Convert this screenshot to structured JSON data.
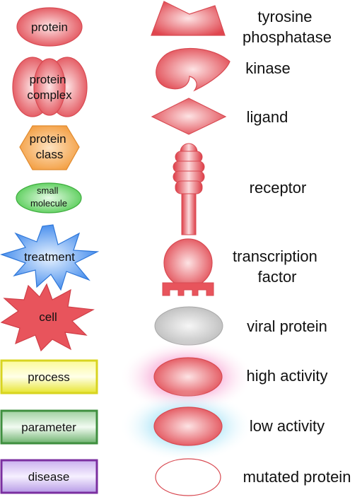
{
  "left_column": [
    {
      "name": "protein",
      "lines": [
        "protein"
      ]
    },
    {
      "name": "protein-complex",
      "lines": [
        "protein",
        "complex"
      ]
    },
    {
      "name": "protein-class",
      "lines": [
        "protein",
        "class"
      ]
    },
    {
      "name": "small-molecule",
      "lines": [
        "small",
        "molecule"
      ]
    },
    {
      "name": "treatment",
      "lines": [
        "treatment"
      ]
    },
    {
      "name": "cell",
      "lines": [
        "cell"
      ]
    },
    {
      "name": "process",
      "lines": [
        "process"
      ]
    },
    {
      "name": "parameter",
      "lines": [
        "parameter"
      ]
    },
    {
      "name": "disease",
      "lines": [
        "disease"
      ]
    }
  ],
  "right_column": [
    {
      "name": "tyrosine-phosphatase",
      "lines": [
        "tyrosine",
        "phosphatase"
      ]
    },
    {
      "name": "kinase",
      "lines": [
        "kinase"
      ]
    },
    {
      "name": "ligand",
      "lines": [
        "ligand"
      ]
    },
    {
      "name": "receptor",
      "lines": [
        "receptor"
      ]
    },
    {
      "name": "transcription-factor",
      "lines": [
        "transcription",
        "factor"
      ]
    },
    {
      "name": "viral-protein",
      "lines": [
        "viral protein"
      ]
    },
    {
      "name": "high-activity",
      "lines": [
        "high activity"
      ]
    },
    {
      "name": "low-activity",
      "lines": [
        "low activity"
      ]
    },
    {
      "name": "mutated-protein",
      "lines": [
        "mutated protein"
      ]
    }
  ],
  "colors": {
    "protein_red": "#e8545c",
    "protein_light": "#fbd6d8",
    "class_orange": "#f7a447",
    "molecule_green": "#5fd35f",
    "treatment_blue": "#3f8ff0",
    "process_yellow": "#f0ee3a",
    "parameter_green": "#3f8f3f",
    "disease_purple": "#7b2fa0",
    "viral_gray": "#c2c2c2",
    "high_glow_pink": "#f48fc8",
    "low_glow_cyan": "#7fd6f4"
  }
}
